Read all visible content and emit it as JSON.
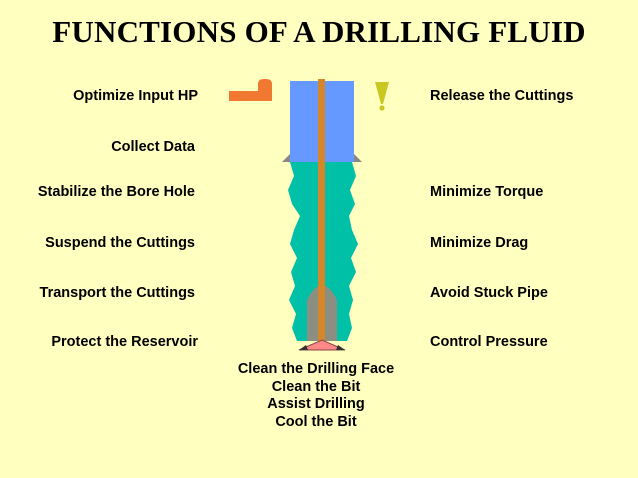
{
  "title": "FUNCTIONS OF A DRILLING FLUID",
  "left_labels": [
    "Optimize Input HP",
    "Collect Data",
    "Stabilize the Bore Hole",
    "Suspend the Cuttings",
    "Transport the Cuttings",
    "Protect the Reservoir"
  ],
  "right_labels": [
    "Release the Cuttings",
    "Minimize Torque",
    "Minimize Drag",
    "Avoid Stuck Pipe",
    "Control Pressure"
  ],
  "bottom_labels": [
    "Clean the Drilling Face",
    "Clean the Bit",
    "Assist Drilling",
    "Cool the Bit"
  ],
  "colors": {
    "background": "#FFFFC0",
    "casing": "#6699FF",
    "annulus": "#00C0A8",
    "drill_pipe": "#D4862A",
    "bit": "#FF8888",
    "pump_icon": "#F07830",
    "shaker_icon": "#C8C820"
  }
}
